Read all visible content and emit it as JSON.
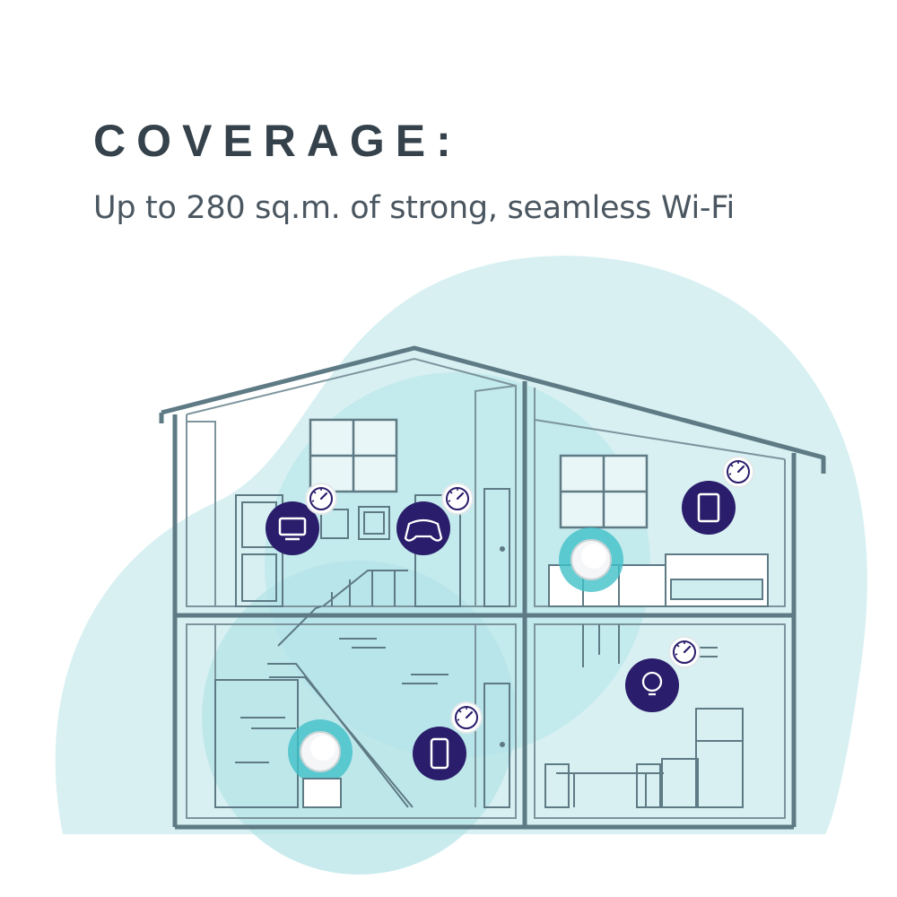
{
  "heading": "COVERAGE:",
  "subheading": "Up to 280 sq.m. of strong, seamless Wi-Fi",
  "colors": {
    "background_blob": "#d8f0f2",
    "wifi_coverage": "#aee3e6",
    "house_outline": "#5e7a84",
    "device_badge": "#2a1d6b",
    "headline_text": "#35424b"
  },
  "devices": [
    {
      "icon": "tv-icon",
      "room": "upstairs-living-room"
    },
    {
      "icon": "gamepad-icon",
      "room": "upstairs-living-room"
    },
    {
      "icon": "tablet-icon",
      "room": "bedroom"
    },
    {
      "icon": "lightbulb-icon",
      "room": "kitchen"
    },
    {
      "icon": "smartphone-icon",
      "room": "basement"
    }
  ],
  "mesh_units": [
    {
      "name": "deco-unit",
      "room": "bedroom"
    },
    {
      "name": "deco-unit",
      "room": "basement"
    }
  ]
}
